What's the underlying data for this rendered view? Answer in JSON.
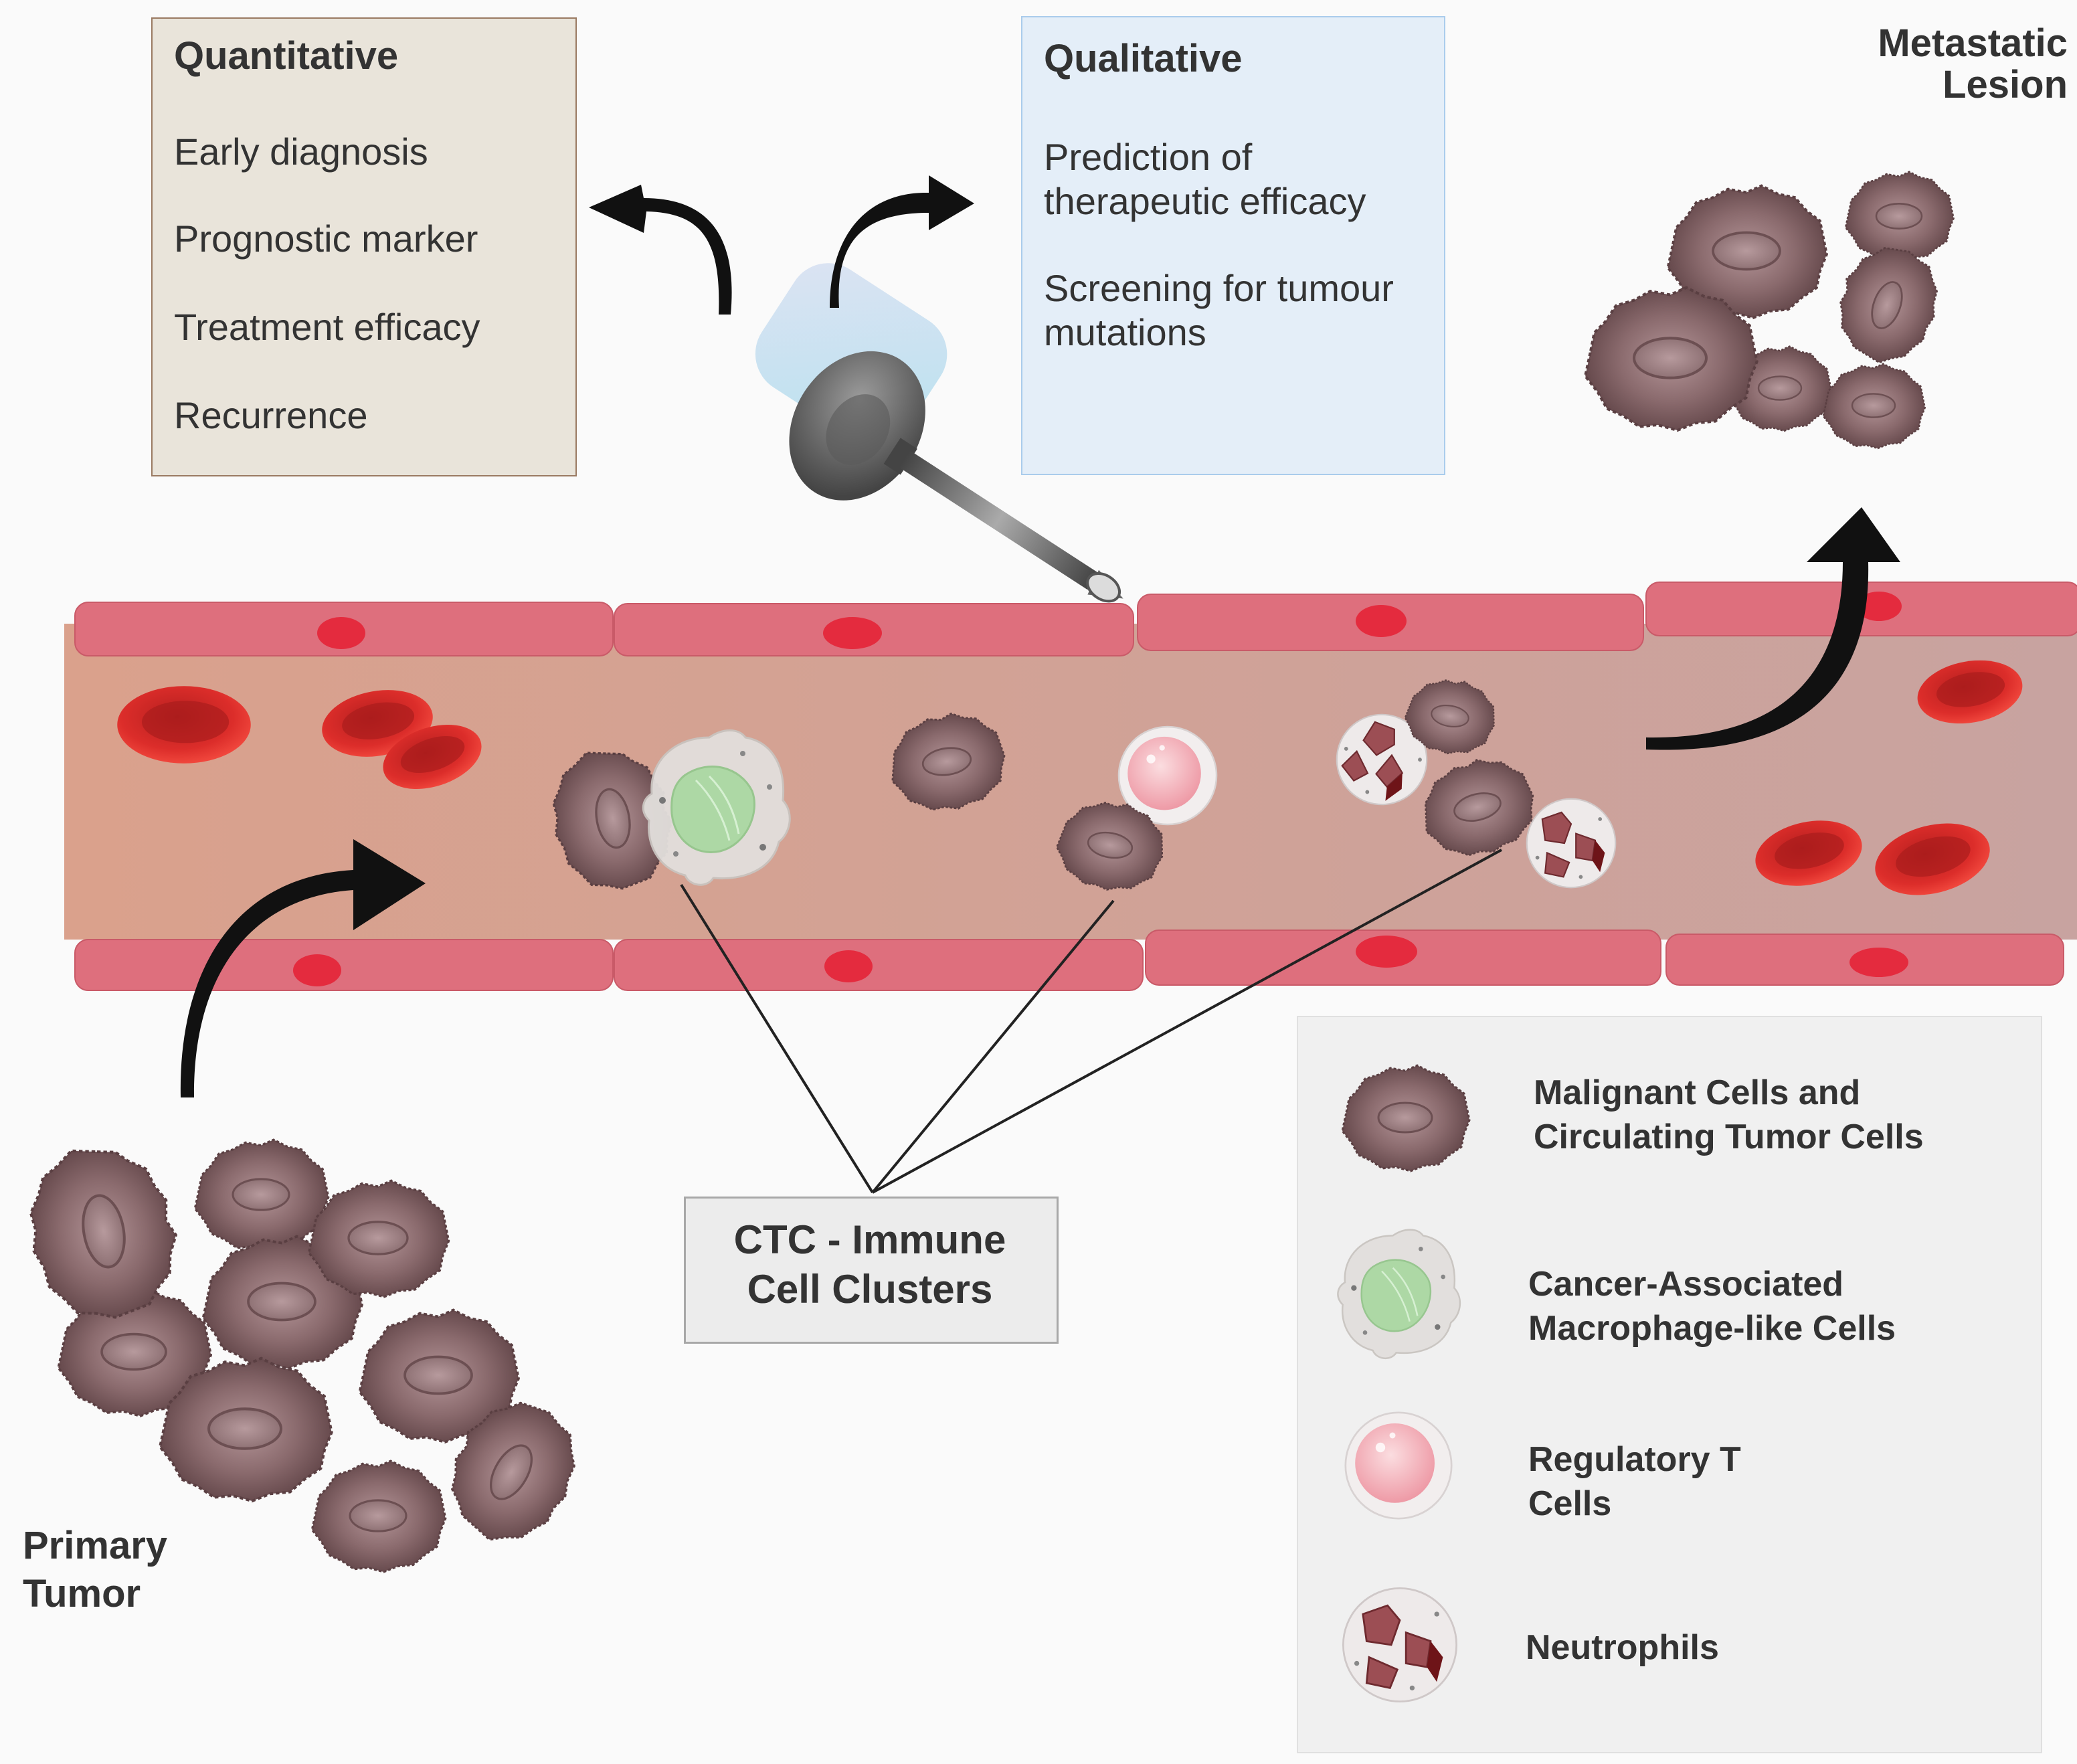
{
  "quantitative": {
    "title": "Quantitative",
    "items": [
      "Early diagnosis",
      "Prognostic marker",
      "Treatment efficacy",
      "Recurrence"
    ]
  },
  "qualitative": {
    "title": "Qualitative",
    "items": [
      "Prediction of therapeutic efficacy",
      "Screening for tumour mutations"
    ]
  },
  "labels": {
    "metastatic_lesion": "Metastatic Lesion",
    "primary_tumor": "Primary Tumor",
    "ctc_clusters": "CTC - Immune Cell Clusters"
  },
  "legend": [
    {
      "label": "Malignant Cells and Circulating Tumor Cells",
      "icon": "malignant-cell-icon"
    },
    {
      "label": "Cancer-Associated Macrophage-like Cells",
      "icon": "macrophage-cell-icon"
    },
    {
      "label": "Regulatory T Cells",
      "icon": "regulatory-t-cell-icon"
    },
    {
      "label": "Neutrophils",
      "icon": "neutrophil-icon"
    }
  ],
  "colors": {
    "vessel_wall": "#de6f7d",
    "vessel_lumen": "#d6a194",
    "red_blood_cell": "#d42a2a",
    "tumor_cell": "#7e5d60",
    "macrophage_nucleus": "#a8d8a0",
    "t_cell": "#f4b8c0",
    "neutrophil": "#8c2c34",
    "quantitative_box": "#e9e4da",
    "qualitative_box": "#e4eef8"
  }
}
